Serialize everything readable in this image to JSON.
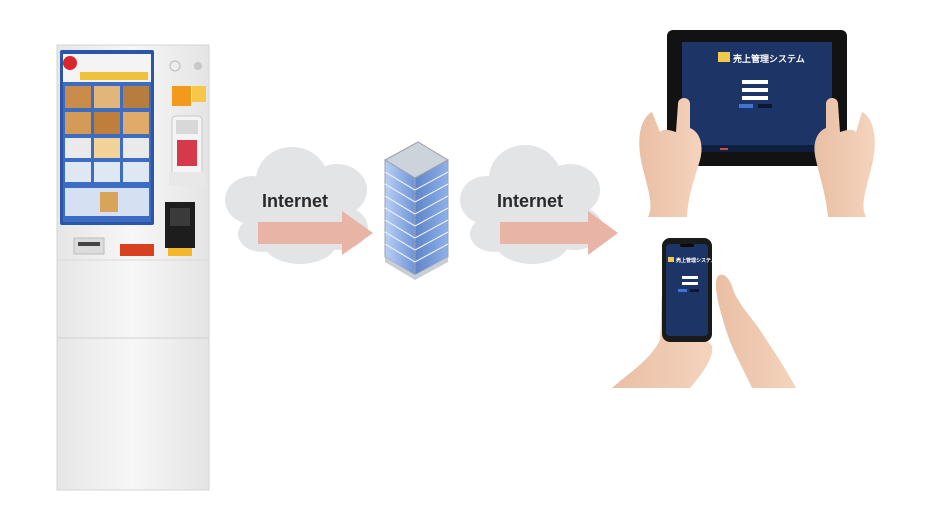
{
  "diagram": {
    "arrow_left_label": "Internet",
    "arrow_right_label": "Internet",
    "app_title": "売上管理システム"
  },
  "colors": {
    "cloud": "#e3e4e6",
    "arrow": "#e8b4a6",
    "screen_navy": "#1d3566",
    "kiosk_body": "#f2f2f2",
    "building_glass": "#8fb1e8"
  },
  "icons": [
    "kiosk-icon",
    "cloud-icon",
    "server-building-icon",
    "tablet-icon",
    "smartphone-icon",
    "hand-icon"
  ]
}
